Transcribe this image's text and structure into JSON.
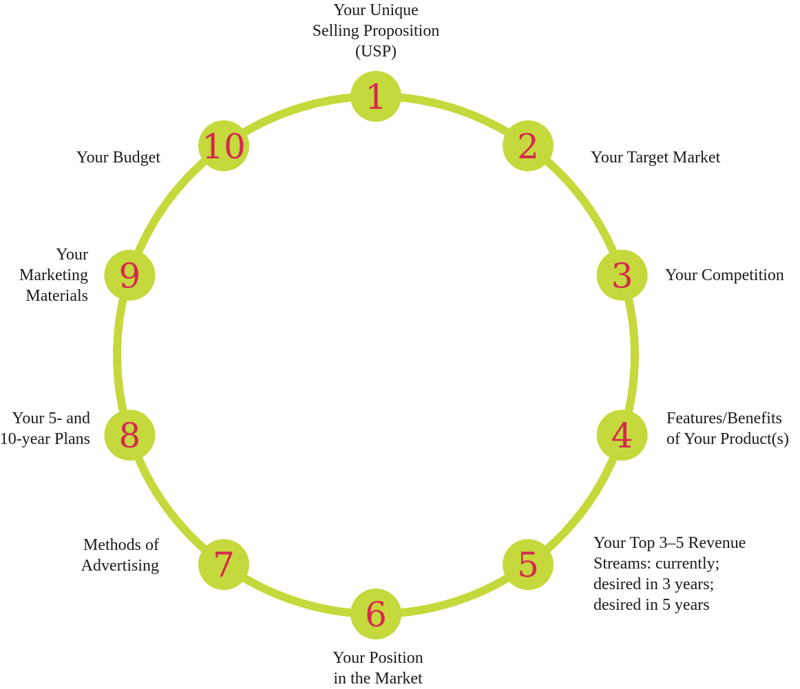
{
  "colors": {
    "ring": "#c5d93c",
    "node": "#c5d93c",
    "number": "#d6284f",
    "text": "#1a1a1a"
  },
  "steps": [
    {
      "number": "1",
      "lines": [
        "Your Unique",
        "Selling Proposition",
        "(USP)"
      ]
    },
    {
      "number": "2",
      "lines": [
        "Your Target Market"
      ]
    },
    {
      "number": "3",
      "lines": [
        "Your Competition"
      ]
    },
    {
      "number": "4",
      "lines": [
        "Features/Benefits",
        "of Your Product(s)"
      ]
    },
    {
      "number": "5",
      "lines": [
        "Your Top 3–5 Revenue",
        "Streams: currently;",
        "desired in 3 years;",
        "desired in 5 years"
      ]
    },
    {
      "number": "6",
      "lines": [
        "Your Position",
        "in the Market"
      ]
    },
    {
      "number": "7",
      "lines": [
        "Methods of",
        "Advertising"
      ]
    },
    {
      "number": "8",
      "lines": [
        "Your 5- and",
        "10-year Plans"
      ]
    },
    {
      "number": "9",
      "lines": [
        "Your",
        "Marketing",
        "Materials"
      ]
    },
    {
      "number": "10",
      "lines": [
        "Your Budget"
      ]
    }
  ]
}
